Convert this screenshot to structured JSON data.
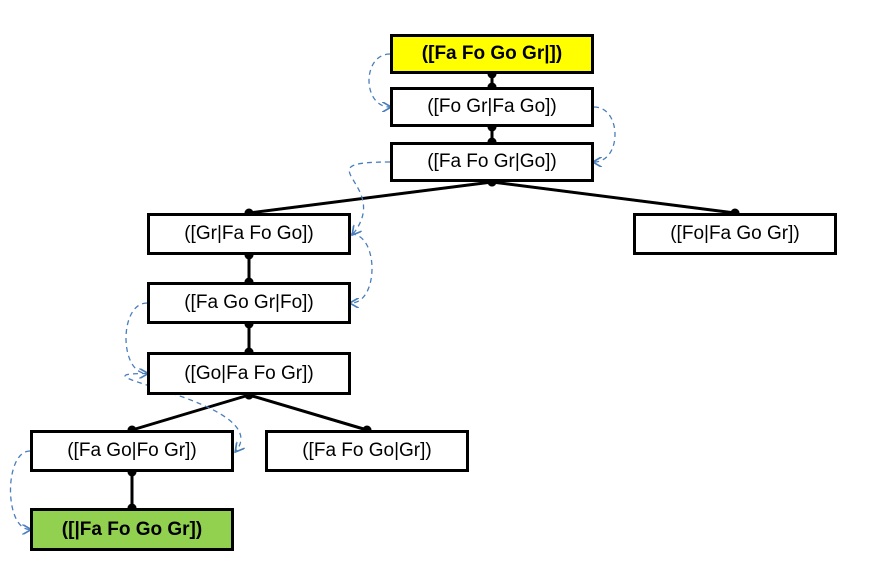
{
  "colors": {
    "start_fill": "#ffff00",
    "goal_fill": "#92d050",
    "node_border": "#000000",
    "tree_edge": "#000000",
    "search_arrow": "#4a7ebb"
  },
  "nodes": [
    {
      "id": "n1",
      "label": "([Fa Fo Go Gr|])",
      "role": "start"
    },
    {
      "id": "n2",
      "label": "([Fo Gr|Fa Go])",
      "role": "normal"
    },
    {
      "id": "n3",
      "label": "([Fa Fo Gr|Go])",
      "role": "normal"
    },
    {
      "id": "n4",
      "label": "([Gr|Fa Fo Go])",
      "role": "normal"
    },
    {
      "id": "n5",
      "label": "([Fo|Fa Go Gr])",
      "role": "normal"
    },
    {
      "id": "n6",
      "label": "([Fa Go Gr|Fo])",
      "role": "normal"
    },
    {
      "id": "n7",
      "label": "([Go|Fa Fo Gr])",
      "role": "normal"
    },
    {
      "id": "n8",
      "label": "([Fa Go|Fo Gr])",
      "role": "normal"
    },
    {
      "id": "n9",
      "label": "([Fa Fo Go|Gr])",
      "role": "normal"
    },
    {
      "id": "n10",
      "label": "([|Fa Fo Go Gr])",
      "role": "goal"
    }
  ],
  "tree_edges": [
    [
      "n1",
      "n2"
    ],
    [
      "n2",
      "n3"
    ],
    [
      "n3",
      "n4"
    ],
    [
      "n3",
      "n5"
    ],
    [
      "n4",
      "n6"
    ],
    [
      "n6",
      "n7"
    ],
    [
      "n7",
      "n8"
    ],
    [
      "n7",
      "n9"
    ],
    [
      "n8",
      "n10"
    ]
  ],
  "search_order": [
    "n1",
    "n2",
    "n3",
    "n4",
    "n6",
    "n7",
    "n8",
    "n10"
  ]
}
